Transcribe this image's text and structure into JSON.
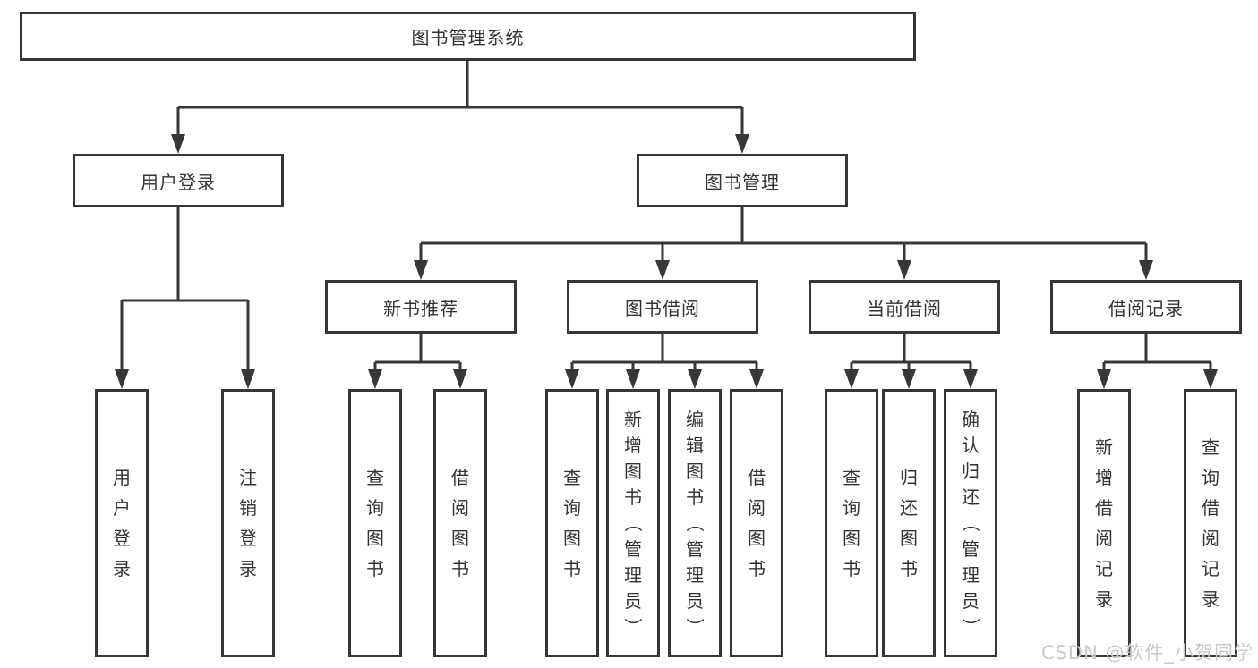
{
  "tree": {
    "root": {
      "label": "图书管理系统"
    },
    "branches": [
      {
        "label": "用户登录",
        "children": [
          {
            "label": "用户登录"
          },
          {
            "label": "注销登录"
          }
        ]
      },
      {
        "label": "图书管理",
        "children": [
          {
            "label": "新书推荐",
            "children": [
              {
                "label": "查询图书"
              },
              {
                "label": "借阅图书"
              }
            ]
          },
          {
            "label": "图书借阅",
            "children": [
              {
                "label": "查询图书"
              },
              {
                "label": "新增图书（管理员）"
              },
              {
                "label": "编辑图书（管理员）"
              },
              {
                "label": "借阅图书"
              }
            ]
          },
          {
            "label": "当前借阅",
            "children": [
              {
                "label": "查询图书"
              },
              {
                "label": "归还图书"
              },
              {
                "label": "确认归还（管理员）"
              }
            ]
          },
          {
            "label": "借阅记录",
            "children": [
              {
                "label": "新增借阅记录"
              },
              {
                "label": "查询借阅记录"
              }
            ]
          }
        ]
      }
    ]
  },
  "watermark": "CSDN @软件_小贺同学",
  "colors": {
    "line": "#373737",
    "text": "#333333",
    "box_fill": "#ffffff",
    "watermark": "#c9c9c9",
    "background": "#ffffff"
  }
}
